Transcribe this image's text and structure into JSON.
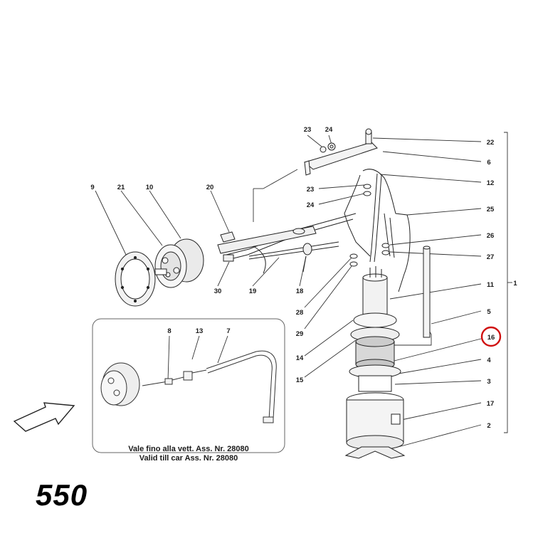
{
  "callouts": {
    "c23a": "23",
    "c24a": "24",
    "c22": "22",
    "c6": "6",
    "c9": "9",
    "c21": "21",
    "c10": "10",
    "c20": "20",
    "c23b": "23",
    "c12": "12",
    "c24b": "24",
    "c25": "25",
    "c26": "26",
    "c27": "27",
    "c30": "30",
    "c19": "19",
    "c18": "18",
    "c11": "11",
    "c1": "1",
    "c28": "28",
    "c5": "5",
    "c29": "29",
    "c16": "16",
    "c14": "14",
    "c4": "4",
    "c15": "15",
    "c3": "3",
    "c17": "17",
    "c2": "2",
    "c8": "8",
    "c13": "13",
    "c7": "7"
  },
  "inset": {
    "note_it": "Vale fino alla vett. Ass. Nr. 28080",
    "note_en": "Valid till car Ass. Nr. 28080"
  },
  "brand": {
    "model": "550"
  },
  "colors": {
    "highlight": "#d01010",
    "line": "#333333"
  },
  "highlighted_callout": "16"
}
